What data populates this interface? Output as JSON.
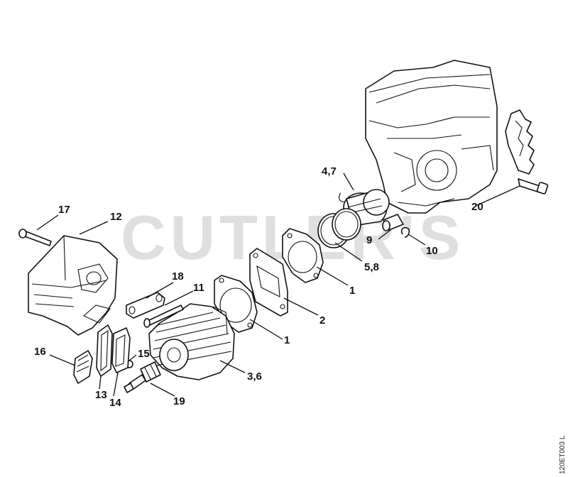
{
  "diagram": {
    "watermark": "CUTLER'S",
    "reference_code": "120ET003 L",
    "callouts": {
      "c1a": "1",
      "c1b": "1",
      "c2": "2",
      "c3_6": "3,6",
      "c4_7": "4,7",
      "c5_8": "5,8",
      "c9": "9",
      "c10": "10",
      "c11": "11",
      "c12": "12",
      "c13": "13",
      "c14": "14",
      "c15": "15",
      "c16": "16",
      "c17": "17",
      "c18": "18",
      "c19": "19",
      "c20": "20"
    }
  }
}
